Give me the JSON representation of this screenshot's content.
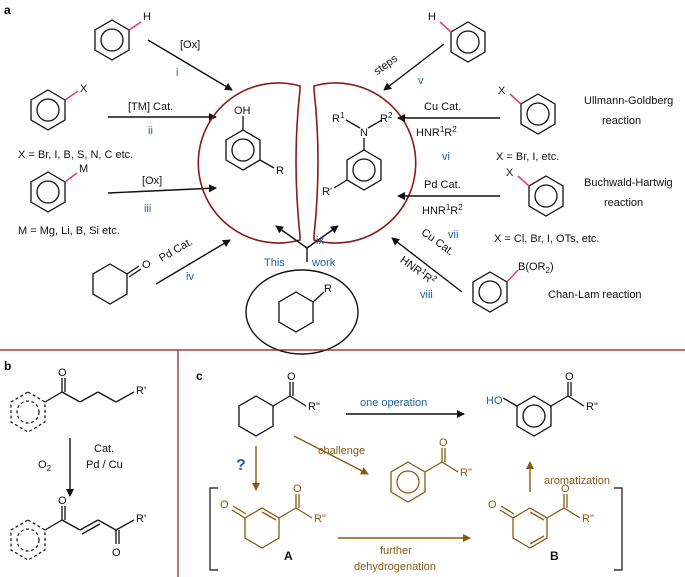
{
  "panels": {
    "a": "a",
    "b": "b",
    "c": "c"
  },
  "panel_a": {
    "left": {
      "ox_i": {
        "reagent": "[Ox]",
        "step": "i"
      },
      "tm_ii": {
        "reagent": "[TM] Cat.",
        "step": "ii",
        "scope": "X = Br, I, B, S, N, C etc."
      },
      "ox_iii": {
        "reagent": "[Ox]",
        "step": "iii",
        "scope": "M = Mg, Li, B, Si etc."
      },
      "pd_iv": {
        "reagent": "Pd Cat.",
        "step": "iv"
      },
      "x_sub": "X",
      "m_sub": "M",
      "h_sub": "H",
      "o_sub": "O"
    },
    "center": {
      "oh": "OH",
      "r": "R",
      "n": "N",
      "r1": "R",
      "r1_sup": "1",
      "r2": "R",
      "r2_sup": "2",
      "rprime": "R'",
      "ix": "ix",
      "this": "This",
      "work": "work",
      "cyclo_r": "R"
    },
    "right": {
      "steps_v": {
        "reagent": "steps",
        "step": "v",
        "h": "H"
      },
      "cu_vi": {
        "reagent": "Cu Cat.",
        "amine": "HNR",
        "sup1": "1",
        "r": "R",
        "sup2": "2",
        "step": "vi",
        "scope": "X = Br, I, etc.",
        "name1": "Ullmann-Goldberg",
        "name2": "reaction",
        "x": "X"
      },
      "pd_vii": {
        "reagent": "Pd Cat.",
        "amine": "HNR",
        "sup1": "1",
        "r": "R",
        "sup2": "2",
        "step": "vii",
        "scope": "X = Cl, Br, I, OTs, etc.",
        "name1": "Buchwald-Hartwig",
        "name2": "reaction",
        "x": "X"
      },
      "cu_viii": {
        "reagent": "Cu Cat.",
        "amine": "HNR",
        "sup1": "1",
        "r": "R",
        "sup2": "2",
        "step": "viii",
        "boron": "B(OR",
        "boron_sub": "2",
        "boron_close": ")",
        "name": "Chan-Lam reaction"
      }
    }
  },
  "panel_b": {
    "o_top": "O",
    "r_top": "R'",
    "reagent1": "Cat.",
    "reagent2": "Pd / Cu",
    "o2": "O",
    "o2_sub": "2",
    "o_bot1": "O",
    "o_bot2": "O",
    "r_bot": "R'"
  },
  "panel_c": {
    "start_o": "O",
    "start_r": "R\"",
    "one_operation": "one operation",
    "product_ho": "HO",
    "product_o": "O",
    "product_r": "R\"",
    "challenge": "challenge",
    "challenge_o": "O",
    "challenge_r": "R\"",
    "question": "?",
    "aromatization": "aromatization",
    "a_o1": "O",
    "a_o2": "O",
    "a_r": "R\"",
    "a_label": "A",
    "further1": "further",
    "further2": "dehydrogenation",
    "b_o1": "O",
    "b_o2": "O",
    "b_r": "R\"",
    "b_label": "B"
  },
  "colors": {
    "ring": "#8b1a1a",
    "blue": "#1f5f9f",
    "brown": "#8a5a12",
    "pink": "#e0407a"
  }
}
